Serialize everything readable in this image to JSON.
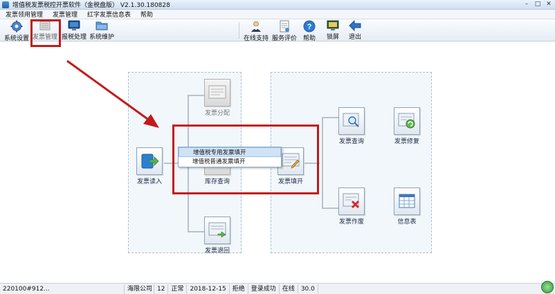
{
  "window": {
    "title": "增值税发票税控开票软件（金税盘版） V2.1.30.180828"
  },
  "menu": [
    "发票领用管理",
    "发票管理",
    "红字发票信息表",
    "帮助"
  ],
  "toolbar": {
    "left": [
      {
        "label": "系统设置",
        "icon": "gear-icon"
      },
      {
        "label": "发票管理",
        "icon": "invoice-icon"
      },
      {
        "label": "报税处理",
        "icon": "monitor-icon"
      },
      {
        "label": "系统维护",
        "icon": "folder-icon"
      }
    ],
    "right": [
      {
        "label": "在线支持",
        "icon": "support-person-icon"
      },
      {
        "label": "服务评价",
        "icon": "rating-icon"
      },
      {
        "label": "帮助",
        "icon": "help-icon"
      },
      {
        "label": "锁屏",
        "icon": "lock-screen-icon"
      },
      {
        "label": "退出",
        "icon": "exit-arrow-icon"
      }
    ]
  },
  "flow": {
    "left": {
      "read": "发票读入",
      "distribute": "发票分配",
      "stock": "库存查询",
      "return": "发票退回",
      "fill": "发票填开"
    },
    "right": {
      "query": "发票查询",
      "repair": "发票修复",
      "void": "发票作废",
      "info": "信息表"
    }
  },
  "dropdown": {
    "items": [
      "增值税专用发票填开",
      "增值税普通发票填开"
    ]
  },
  "status": [
    "220100#912...",
    "海限公司",
    "12",
    "正常",
    "2018-12-15",
    "拒绝",
    "登录成功",
    "在线",
    "30.0"
  ],
  "colors": {
    "annotation": "#c21a1a",
    "panel_bg": "#f2f7fb"
  }
}
